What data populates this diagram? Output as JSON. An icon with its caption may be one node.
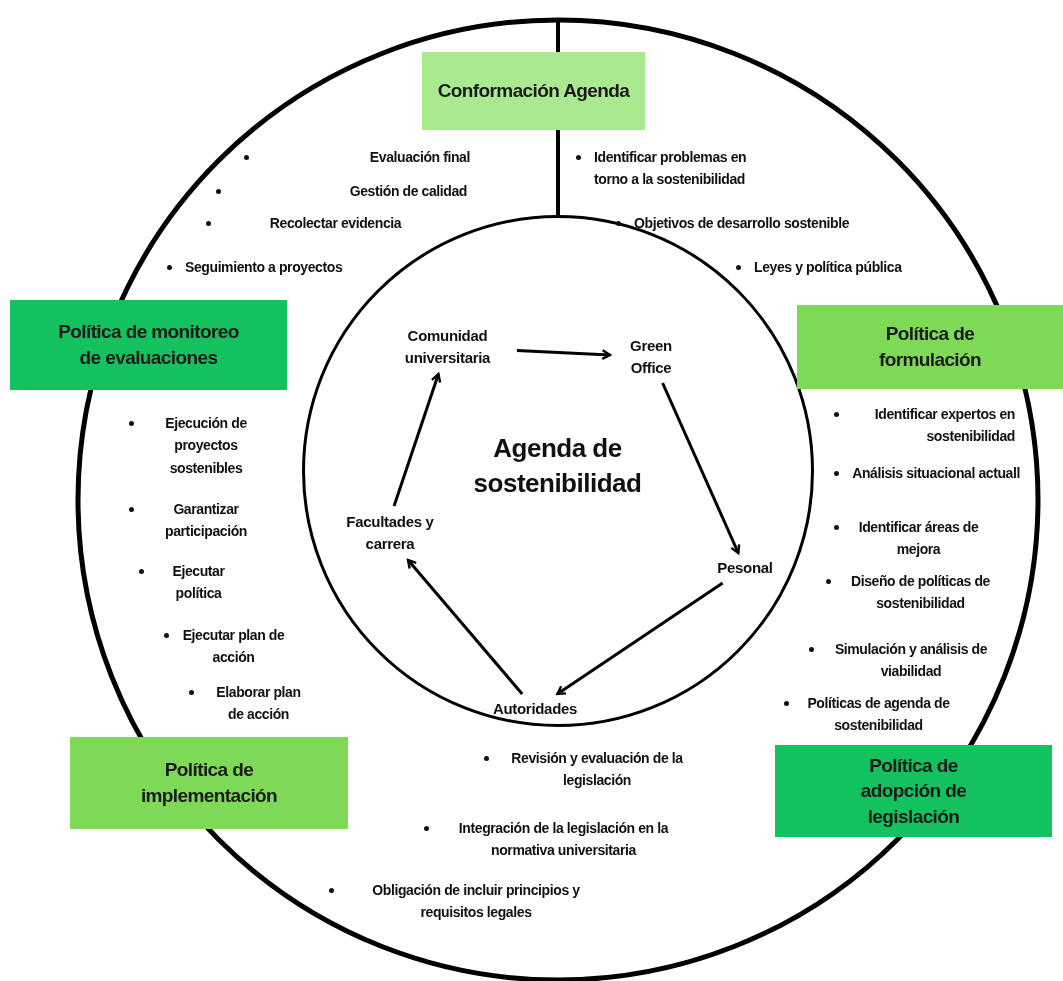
{
  "diagram": {
    "nodes": [
      {
        "text": [
          "Conformación Agenda"
        ]
      },
      {
        "text": [
          "Política de formulación"
        ]
      },
      {
        "text": [
          "Política de adopción de legislación"
        ]
      },
      {
        "text": [
          "Política de implementación"
        ]
      },
      {
        "text": [
          "Política de monitoreo de evaluaciones"
        ]
      },
      {
        "text": [
          "Agenda de sostenibilidad"
        ]
      },
      {
        "text": [
          "Comunidad universitaria"
        ],
        "in": 5
      },
      {
        "text": [
          "Green Office"
        ],
        "in": 5
      },
      {
        "text": [
          "Pesonal"
        ],
        "in": 5
      },
      {
        "text": [
          "Autoridades"
        ],
        "in": 5
      },
      {
        "text": [
          "Facultades y carrera"
        ],
        "in": 5
      }
    ],
    "edges": [
      {
        "from": 6,
        "to": 7,
        "arrow": "to"
      },
      {
        "from": 7,
        "to": 8,
        "arrow": "to"
      },
      {
        "from": 8,
        "to": 9,
        "arrow": "to"
      },
      {
        "from": 9,
        "to": 10,
        "arrow": "to"
      },
      {
        "from": 10,
        "to": 6,
        "arrow": "to"
      }
    ],
    "labels": [
      "Evaluación final",
      "Gestión de calidad",
      "Recolectar evidencia",
      "Seguimiento a proyectos",
      "Identificar problemas en torno a la sostenibilidad",
      "Objetivos de desarrollo sostenible",
      "Leyes y política pública",
      "Ejecución de proyectos sostenibles",
      "Garantizar participación",
      "Ejecutar política",
      "Ejecutar plan de acción",
      "Elaborar plan de acción",
      "Identificar expertos en sostenibilidad",
      "Análisis situacional actuall",
      "Identificar áreas de mejora",
      "Diseño de políticas de sostenibilidad",
      "Simulación y análisis de viabilidad",
      "Políticas de agenda de sostenibilidad",
      "Revisión y evaluación de la legislación",
      "Integración de la legislación en la normativa universitaria",
      "Obligación de incluir principios y requisitos legales"
    ]
  }
}
